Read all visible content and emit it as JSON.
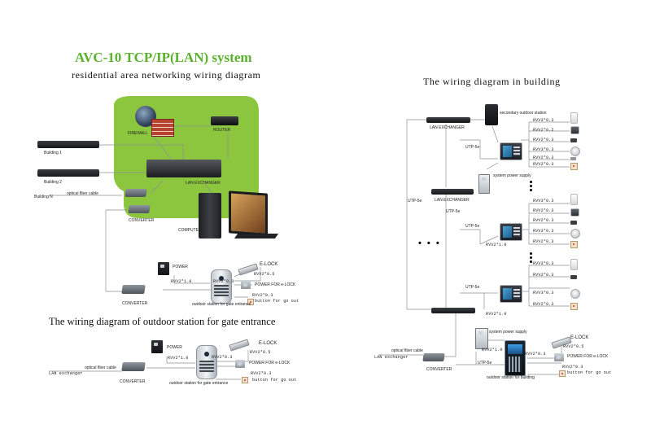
{
  "left_panel": {
    "title": "AVC-10 TCP/IP(LAN) system",
    "subtitle": "residential area networking wiring diagram",
    "labels": {
      "firewall": "FIREWALL",
      "router": "ROUTER",
      "building1": "Building 1",
      "building2": "Building 2",
      "buildingn": "Building N",
      "optical": "optical fiber cable",
      "lan_exchanger": "LAN EXCHANGER",
      "converter_top": "CONVERTER",
      "computer": "COMPUTER",
      "converter_gate": "CONVERTER",
      "power": "POWER",
      "rvv2x1": "RVV2*1.0",
      "rvv2x03": "RVV2*0.3",
      "elock": "E-LOCK",
      "rvv2x05": "RVV2*0.5",
      "power_elock": "POWER FOR e-LOCK",
      "rvv2x03b": "RVV2*0.3",
      "button_out": "button for go out",
      "outdoor_gate": "outdoor station for gate entrance"
    }
  },
  "gate_section": {
    "title": "The wiring diagram of outdoor station for gate entrance",
    "labels": {
      "lan_exchanger": "LAN exchanger",
      "optical": "optical fiber cable",
      "converter": "CONVERTER",
      "power": "POWER",
      "rvv2x1": "RVV2*1.0",
      "rvv2x03": "RVV2*0.3",
      "elock": "E-LOCK",
      "rvv2x05": "RVV2*0.5",
      "power_elock": "POWER FOR e-LOCK",
      "rvv2x03b": "RVV2*0.3",
      "button_out": "button for go out",
      "outdoor_gate": "outdoor station for gate entrance"
    }
  },
  "right_panel": {
    "title": "The wiring diagram in building",
    "labels": {
      "secondary": "secondary outdoor station",
      "lan_exchanger_top": "LAN EXCHANGER",
      "utp_a": "UTP-5e",
      "psu": "system power supply",
      "lan_exchanger_mid": "LAN EXCHANGER",
      "utp_b": "UTP-5e",
      "utp_left": "UTP-5e",
      "utp_c": "UTP-5e",
      "rvv_a": "RVV2*1.0",
      "utp_d": "UTP-5e",
      "rvv_b": "RVV2*1.0",
      "psu2": "system power supply",
      "optical": "optical fiber cable",
      "lan_exchanger": "LAN exchanger",
      "converter": "CONVERTER",
      "utp_e": "UTP-5e",
      "rvv_c": "RVV2*1.0",
      "rvv_d": "RVV2*0.3",
      "elock": "E-LOCK",
      "rvv_e": "RVV2*0.5",
      "power_elock": "POWER FOR e-LOCK",
      "rvv_f": "RVV2*0.3",
      "button_out": "button for go out",
      "outdoor_bldg": "outdoor station for building"
    },
    "sensor_groups": [
      {
        "rows": [
          "RVV3*0.3",
          "RVV2*0.2",
          "RVV2*0.3",
          "RVV3*0.3",
          "RVV2*0.3",
          "RVV2*0.3"
        ]
      },
      {
        "rows": [
          "RVV3*0.3",
          "RVV2*0.3",
          "RVV2*0.3",
          "RVV3*0.3",
          "RVV2*0.3"
        ]
      },
      {
        "rows": [
          "RVV3*0.3",
          "RVV2*0.3",
          "RVV3*0.3",
          "RVV2*0.3"
        ]
      }
    ]
  },
  "colors": {
    "accent_green": "#8cc63f",
    "title_green": "#5ab12d",
    "wire": "#8a8f94"
  }
}
